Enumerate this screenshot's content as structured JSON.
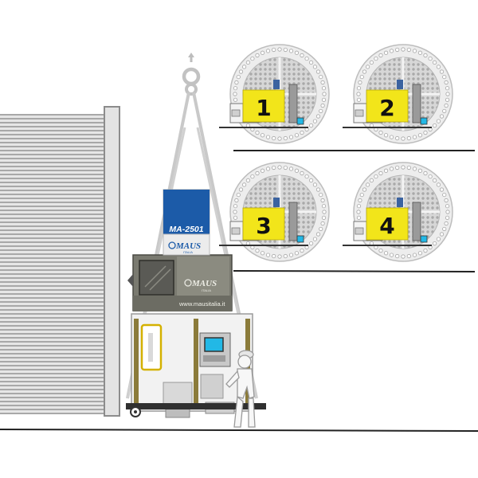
{
  "machine": {
    "model_label": "MA-2501",
    "brand_label": "MAUS",
    "brand_sub_label": "ITALIA",
    "website_label": "www.mausitalia.it"
  },
  "hoist": {
    "direction_icon": "arrow-up-icon"
  },
  "configurations": [
    {
      "number": "1",
      "badge_color": "#f2e51a"
    },
    {
      "number": "2",
      "badge_color": "#f2e51a"
    },
    {
      "number": "3",
      "badge_color": "#f2e51a"
    },
    {
      "number": "4",
      "badge_color": "#f2e51a"
    }
  ],
  "colors": {
    "head_blue": "#1c5ba8",
    "cabin_grey": "#7a7a70",
    "badge_yellow": "#f2e51a",
    "wall_grey": "#c8c8c8"
  }
}
